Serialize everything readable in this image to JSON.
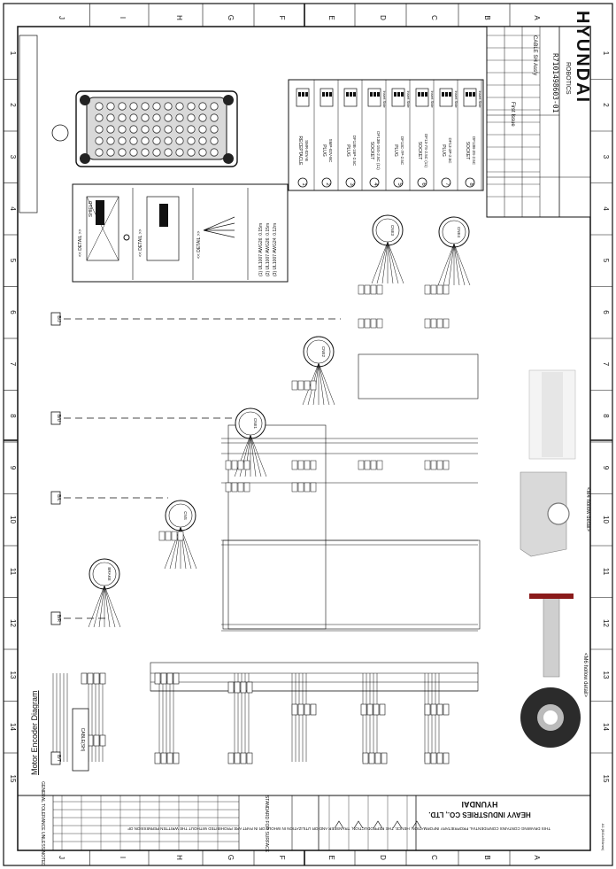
{
  "drawing": {
    "company_line1": "HYUNDAI",
    "company_line2": "HEAVY INDUSTRIES CO., LTD.",
    "brand": "HYUNDAI",
    "brand_sub": "ROBOTICS",
    "drawing_number": "R7101498603-01",
    "title": "Motor Encoder Diagram",
    "part_name": "CABLE SH Ass'y",
    "first_issue": "First Issue",
    "column_letters": [
      "J",
      "I",
      "H",
      "G",
      "F",
      "E",
      "D",
      "C",
      "B",
      "A"
    ],
    "row_numbers": [
      "1",
      "2",
      "3",
      "4",
      "5",
      "6",
      "7",
      "8",
      "9",
      "10",
      "11",
      "12",
      "13",
      "14",
      "15"
    ],
    "legal_notice": "THIS DRAWING CONTAINS CONFIDENTIAL PROPRIETARY INFORMATION, HENCE, THE REPRODUCTION, TRANSFER AND/OR UTILIZATION IN WHOLE OR IN PART ARE PROHIBITED WITHOUT THE WRITTEN PERMISSION OF",
    "general_tolerance": "GENERAL TOLERANCE UNLESS NOTED",
    "standard_for_surface": "STANDARD FOR SURFACE",
    "size_label": "A1 (841x594mm)"
  },
  "connectors": [
    {
      "ref": "1",
      "type": "RECEPTACLE",
      "part": "SMR-02V-B"
    },
    {
      "ref": "2",
      "type": "PLUG",
      "part": "SMP-02V-BC"
    },
    {
      "ref": "3",
      "type": "PLUG",
      "part": "DF13B-15P-2.5C"
    },
    {
      "ref": "4",
      "type": "SOCKET",
      "part": "DF13B-15S-2.5C (11)"
    },
    {
      "ref": "5",
      "type": "PLUG",
      "part": "DF13C-7P-2.5C"
    },
    {
      "ref": "6",
      "type": "SOCKET",
      "part": "DF13-7S-2.5C (11)"
    },
    {
      "ref": "7",
      "type": "PLUG",
      "part": "DF13-3P-2.5C"
    },
    {
      "ref": "8",
      "type": "SOCKET",
      "part": "DF13B-3S-2.5C"
    }
  ],
  "insert_labels": [
    "Insert Side",
    "Insert Side",
    "Insert Side",
    "Insert Side",
    "Insert Side"
  ],
  "axes": [
    "B/J",
    "B/U",
    "B/L",
    "B/R",
    "B/T",
    "B/S"
  ],
  "encoder_tags": [
    "BRAKE",
    "CNS",
    "CNE1",
    "CNE2",
    "CNE3",
    "CNE4"
  ],
  "detail_notes": [
    "(1) UL1007 AWG26: 0.15m",
    "(2) UL1007 AWG26: 0.15m",
    "(3) UL1007 AWG24: 0.12m"
  ],
  "detail_labels": [
    "<< DETAIL >>",
    "<< DETAIL >>",
    "<< DETAIL >>"
  ],
  "hollow_labels": [
    "<M4 hollow detail>",
    "<M6 hollow detail>"
  ],
  "cable_label": "CABLE(SH)",
  "shield_label": "SHIELD",
  "colors": {
    "line": "#111111",
    "paper": "#ffffff",
    "light": "#cccccc"
  }
}
